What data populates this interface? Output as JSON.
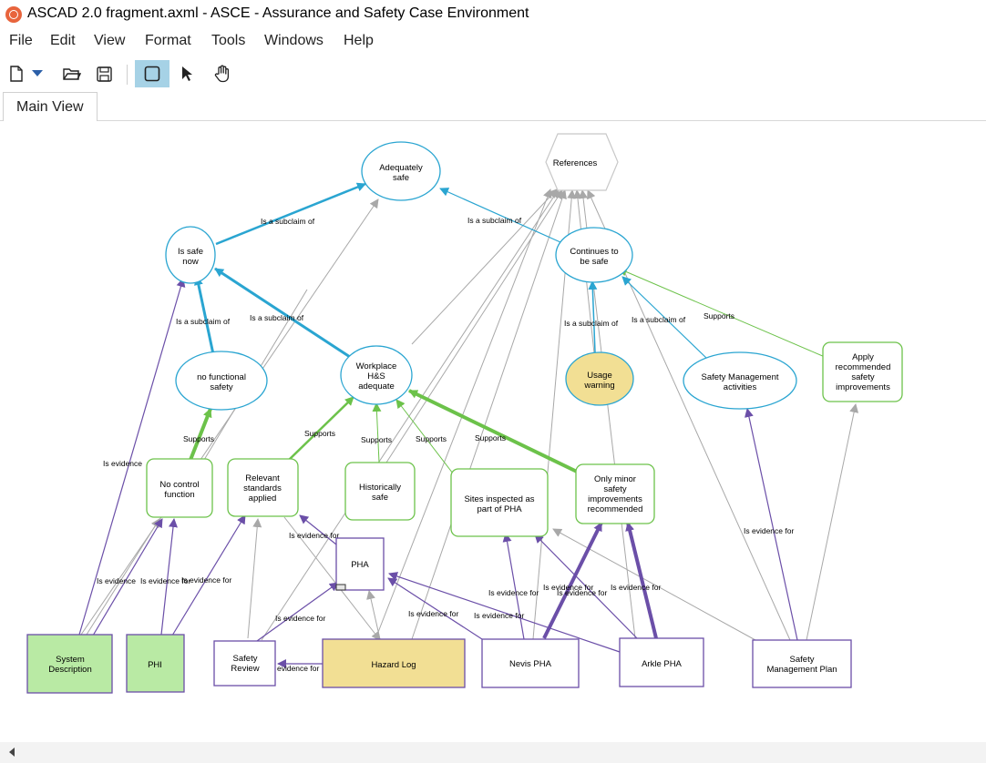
{
  "window": {
    "title": "ASCAD 2.0 fragment.axml - ASCE - Assurance and Safety Case Environment",
    "app_icon": "asce-app-icon"
  },
  "menu": [
    "File",
    "Edit",
    "View",
    "Format",
    "Tools",
    "Windows",
    "Help"
  ],
  "toolbar": {
    "items": [
      {
        "name": "new-document",
        "icon": "new-document-icon"
      },
      {
        "name": "new-dropdown",
        "icon": "dropdown-arrow-icon"
      },
      {
        "name": "open",
        "icon": "folder-open-icon"
      },
      {
        "name": "save",
        "icon": "save-icon"
      },
      {
        "name": "rectangle-tool",
        "icon": "rectangle-tool-icon",
        "active": true
      },
      {
        "name": "select-tool",
        "icon": "pointer-icon"
      },
      {
        "name": "pan-tool",
        "icon": "hand-icon"
      }
    ],
    "active_color": "#a6d2e6"
  },
  "tabs": [
    {
      "label": "Main View",
      "active": true
    }
  ],
  "colors": {
    "claim_border": "#2aa5d1",
    "argument_border": "#6cc24a",
    "evidence_border": "#6b4fa8",
    "subclaim_edge": "#2aa5d1",
    "supports_edge": "#6cc24a",
    "evidence_edge": "#6b4fa8",
    "reference_edge": "#a8a8a8",
    "context_fill": "#f2df94",
    "system_fill": "#b9eaa4"
  },
  "diagram": {
    "nodes": {
      "adequately_safe": {
        "lines": [
          "Adequately",
          "safe"
        ]
      },
      "references": {
        "lines": [
          "References"
        ]
      },
      "is_safe_now": {
        "lines": [
          "Is safe",
          "now"
        ]
      },
      "continues_to_be_safe": {
        "lines": [
          "Continues to",
          "be safe"
        ]
      },
      "no_functional_safety": {
        "lines": [
          "no functional",
          "safety"
        ]
      },
      "workplace_hs_adequate": {
        "lines": [
          "Workplace",
          "H&S",
          "adequate"
        ]
      },
      "usage_warning": {
        "lines": [
          "Usage",
          "warning"
        ]
      },
      "safety_management_activities": {
        "lines": [
          "Safety Management",
          "activities"
        ]
      },
      "apply_recommended": {
        "lines": [
          "Apply",
          "recommended",
          "safety",
          "improvements"
        ]
      },
      "no_control_function": {
        "lines": [
          "No control",
          "function"
        ]
      },
      "relevant_standards": {
        "lines": [
          "Relevant",
          "standards",
          "applied"
        ]
      },
      "historically_safe": {
        "lines": [
          "Historically",
          "safe"
        ]
      },
      "sites_inspected": {
        "lines": [
          "Sites inspected as",
          "part of PHA"
        ]
      },
      "only_minor": {
        "lines": [
          "Only minor",
          "safety",
          "improvements",
          "recommended"
        ]
      },
      "pha": {
        "lines": [
          "PHA"
        ]
      },
      "system_description": {
        "lines": [
          "System",
          "Description"
        ]
      },
      "phi": {
        "lines": [
          "PHI"
        ]
      },
      "safety_review": {
        "lines": [
          "Safety",
          "Review"
        ]
      },
      "hazard_log": {
        "lines": [
          "Hazard Log"
        ]
      },
      "nevis_pha": {
        "lines": [
          "Nevis PHA"
        ]
      },
      "arkle_pha": {
        "lines": [
          "Arkle PHA"
        ]
      },
      "safety_management_plan": {
        "lines": [
          "Safety",
          "Management Plan"
        ]
      }
    },
    "edge_labels": {
      "subclaim_1": "Is a subclaim of",
      "subclaim_2": "Is a subclaim of",
      "subclaim_3": "Is a subclaim of",
      "subclaim_4": "Is a subclaim of",
      "subclaim_5": "Is a subclaim of",
      "subclaim_6": "Is a subclaim of",
      "supports_1": "Supports",
      "supports_2": "Supports",
      "supports_3": "Supports",
      "supports_4": "Supports",
      "supports_5": "Supports",
      "supports_6": "Supports",
      "evidence_1": "Is evidence",
      "evidence_2": "Is evidence",
      "evidence_3": "Is evidence for",
      "evidence_4": "Is evidence for",
      "evidence_5": "Is evidence for",
      "evidence_6": "Is evidence for",
      "evidence_7": "Is evidence for",
      "evidence_8": "Is evidence for",
      "evidence_9": "Is evidence for",
      "evidence_10": "Is evidence for",
      "evidence_11": "Is evidence for",
      "evidence_12": "Is evidence for",
      "evidence_13": "Is evidence for",
      "evidence_14": "Is evidence for"
    }
  }
}
